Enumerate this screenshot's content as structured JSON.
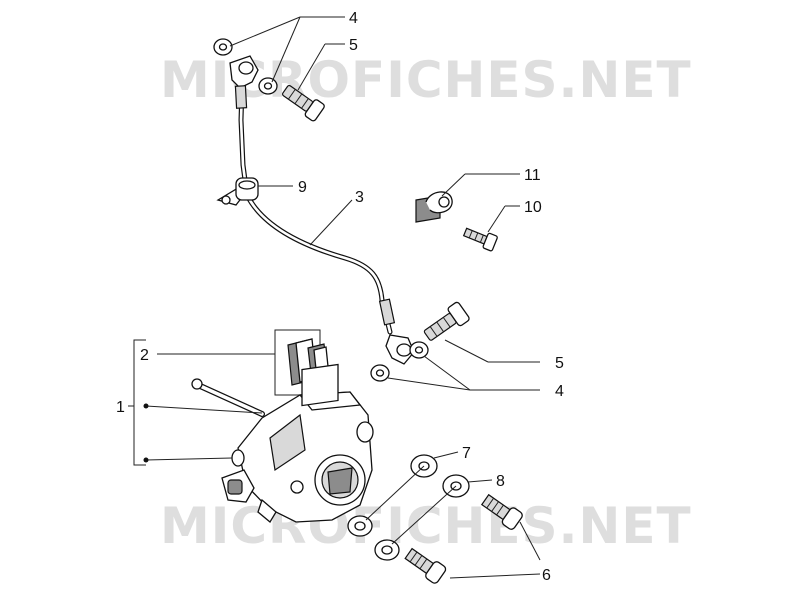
{
  "watermark_text": "MICROFICHES.NET",
  "callouts": [
    {
      "id": "4a",
      "label": "4"
    },
    {
      "id": "5a",
      "label": "5"
    },
    {
      "id": "9",
      "label": "9"
    },
    {
      "id": "3",
      "label": "3"
    },
    {
      "id": "11",
      "label": "11"
    },
    {
      "id": "10",
      "label": "10"
    },
    {
      "id": "2",
      "label": "2"
    },
    {
      "id": "1",
      "label": "1"
    },
    {
      "id": "5b",
      "label": "5"
    },
    {
      "id": "4b",
      "label": "4"
    },
    {
      "id": "7",
      "label": "7"
    },
    {
      "id": "8",
      "label": "8"
    },
    {
      "id": "6",
      "label": "6"
    }
  ]
}
